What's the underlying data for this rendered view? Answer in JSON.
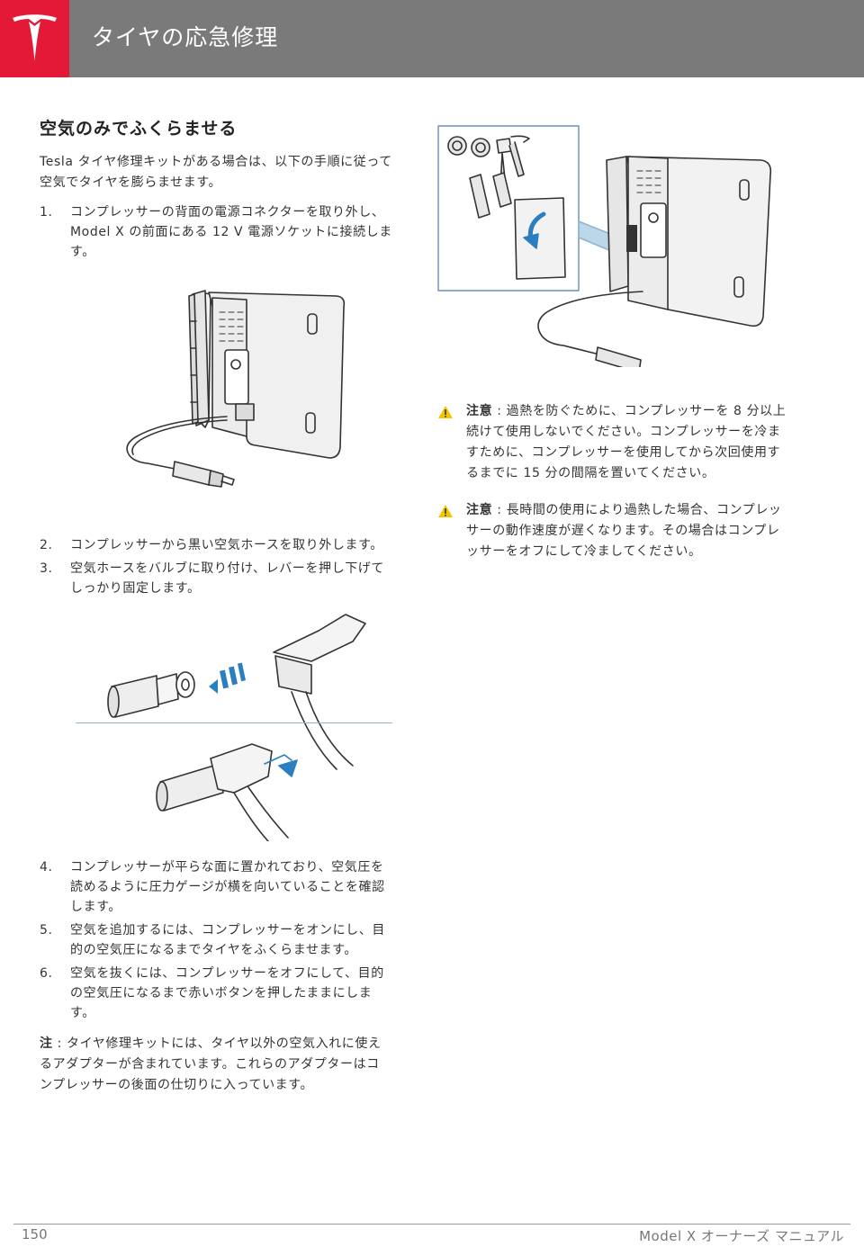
{
  "header": {
    "title": "タイヤの応急修理"
  },
  "section": {
    "title": "空気のみでふくらませる",
    "intro": "Tesla タイヤ修理キットがある場合は、以下の手順に従って空気でタイヤを膨らませます。"
  },
  "steps_a": [
    {
      "num": "1.",
      "text": "コンプレッサーの背面の電源コネクターを取り外し、Model X の前面にある 12 V 電源ソケットに接続します。"
    }
  ],
  "steps_b": [
    {
      "num": "2.",
      "text": "コンプレッサーから黒い空気ホースを取り外します。"
    },
    {
      "num": "3.",
      "text": "空気ホースをバルブに取り付け、レバーを押し下げてしっかり固定します。"
    }
  ],
  "steps_c": [
    {
      "num": "4.",
      "text": "コンプレッサーが平らな面に置かれており、空気圧を読めるように圧力ゲージが横を向いていることを確認します。"
    },
    {
      "num": "5.",
      "text": "空気を追加するには、コンプレッサーをオンにし、目的の空気圧になるまでタイヤをふくらませます。"
    },
    {
      "num": "6.",
      "text": "空気を抜くには、コンプレッサーをオフにして、目的の空気圧になるまで赤いボタンを押したままにします。"
    }
  ],
  "note": {
    "label": "注",
    "text": " : タイヤ修理キットには、タイヤ以外の空気入れに使えるアダプターが含まれています。これらのアダプターはコンプレッサーの後面の仕切りに入っています。"
  },
  "warnings": [
    {
      "label": "注意",
      "text": " : 過熱を防ぐために、コンプレッサーを 8 分以上続けて使用しないでください。コンプレッサーを冷ますために、コンプレッサーを使用してから次回使用するまでに 15 分の間隔を置いてください。"
    },
    {
      "label": "注意",
      "text": " : 長時間の使用により過熱した場合、コンプレッサーの動作速度が遅くなります。その場合はコンプレッサーをオフにして冷ましてください。"
    }
  ],
  "footer": {
    "page": "150",
    "title": "Model X オーナーズ マニュアル"
  },
  "colors": {
    "brand_red": "#e31937",
    "header_gray": "#7a7a7a",
    "arrow_blue": "#2a7fc1",
    "warning_yellow": "#f5c400"
  },
  "icons": [
    "tesla-logo-icon",
    "warning-triangle-icon"
  ]
}
